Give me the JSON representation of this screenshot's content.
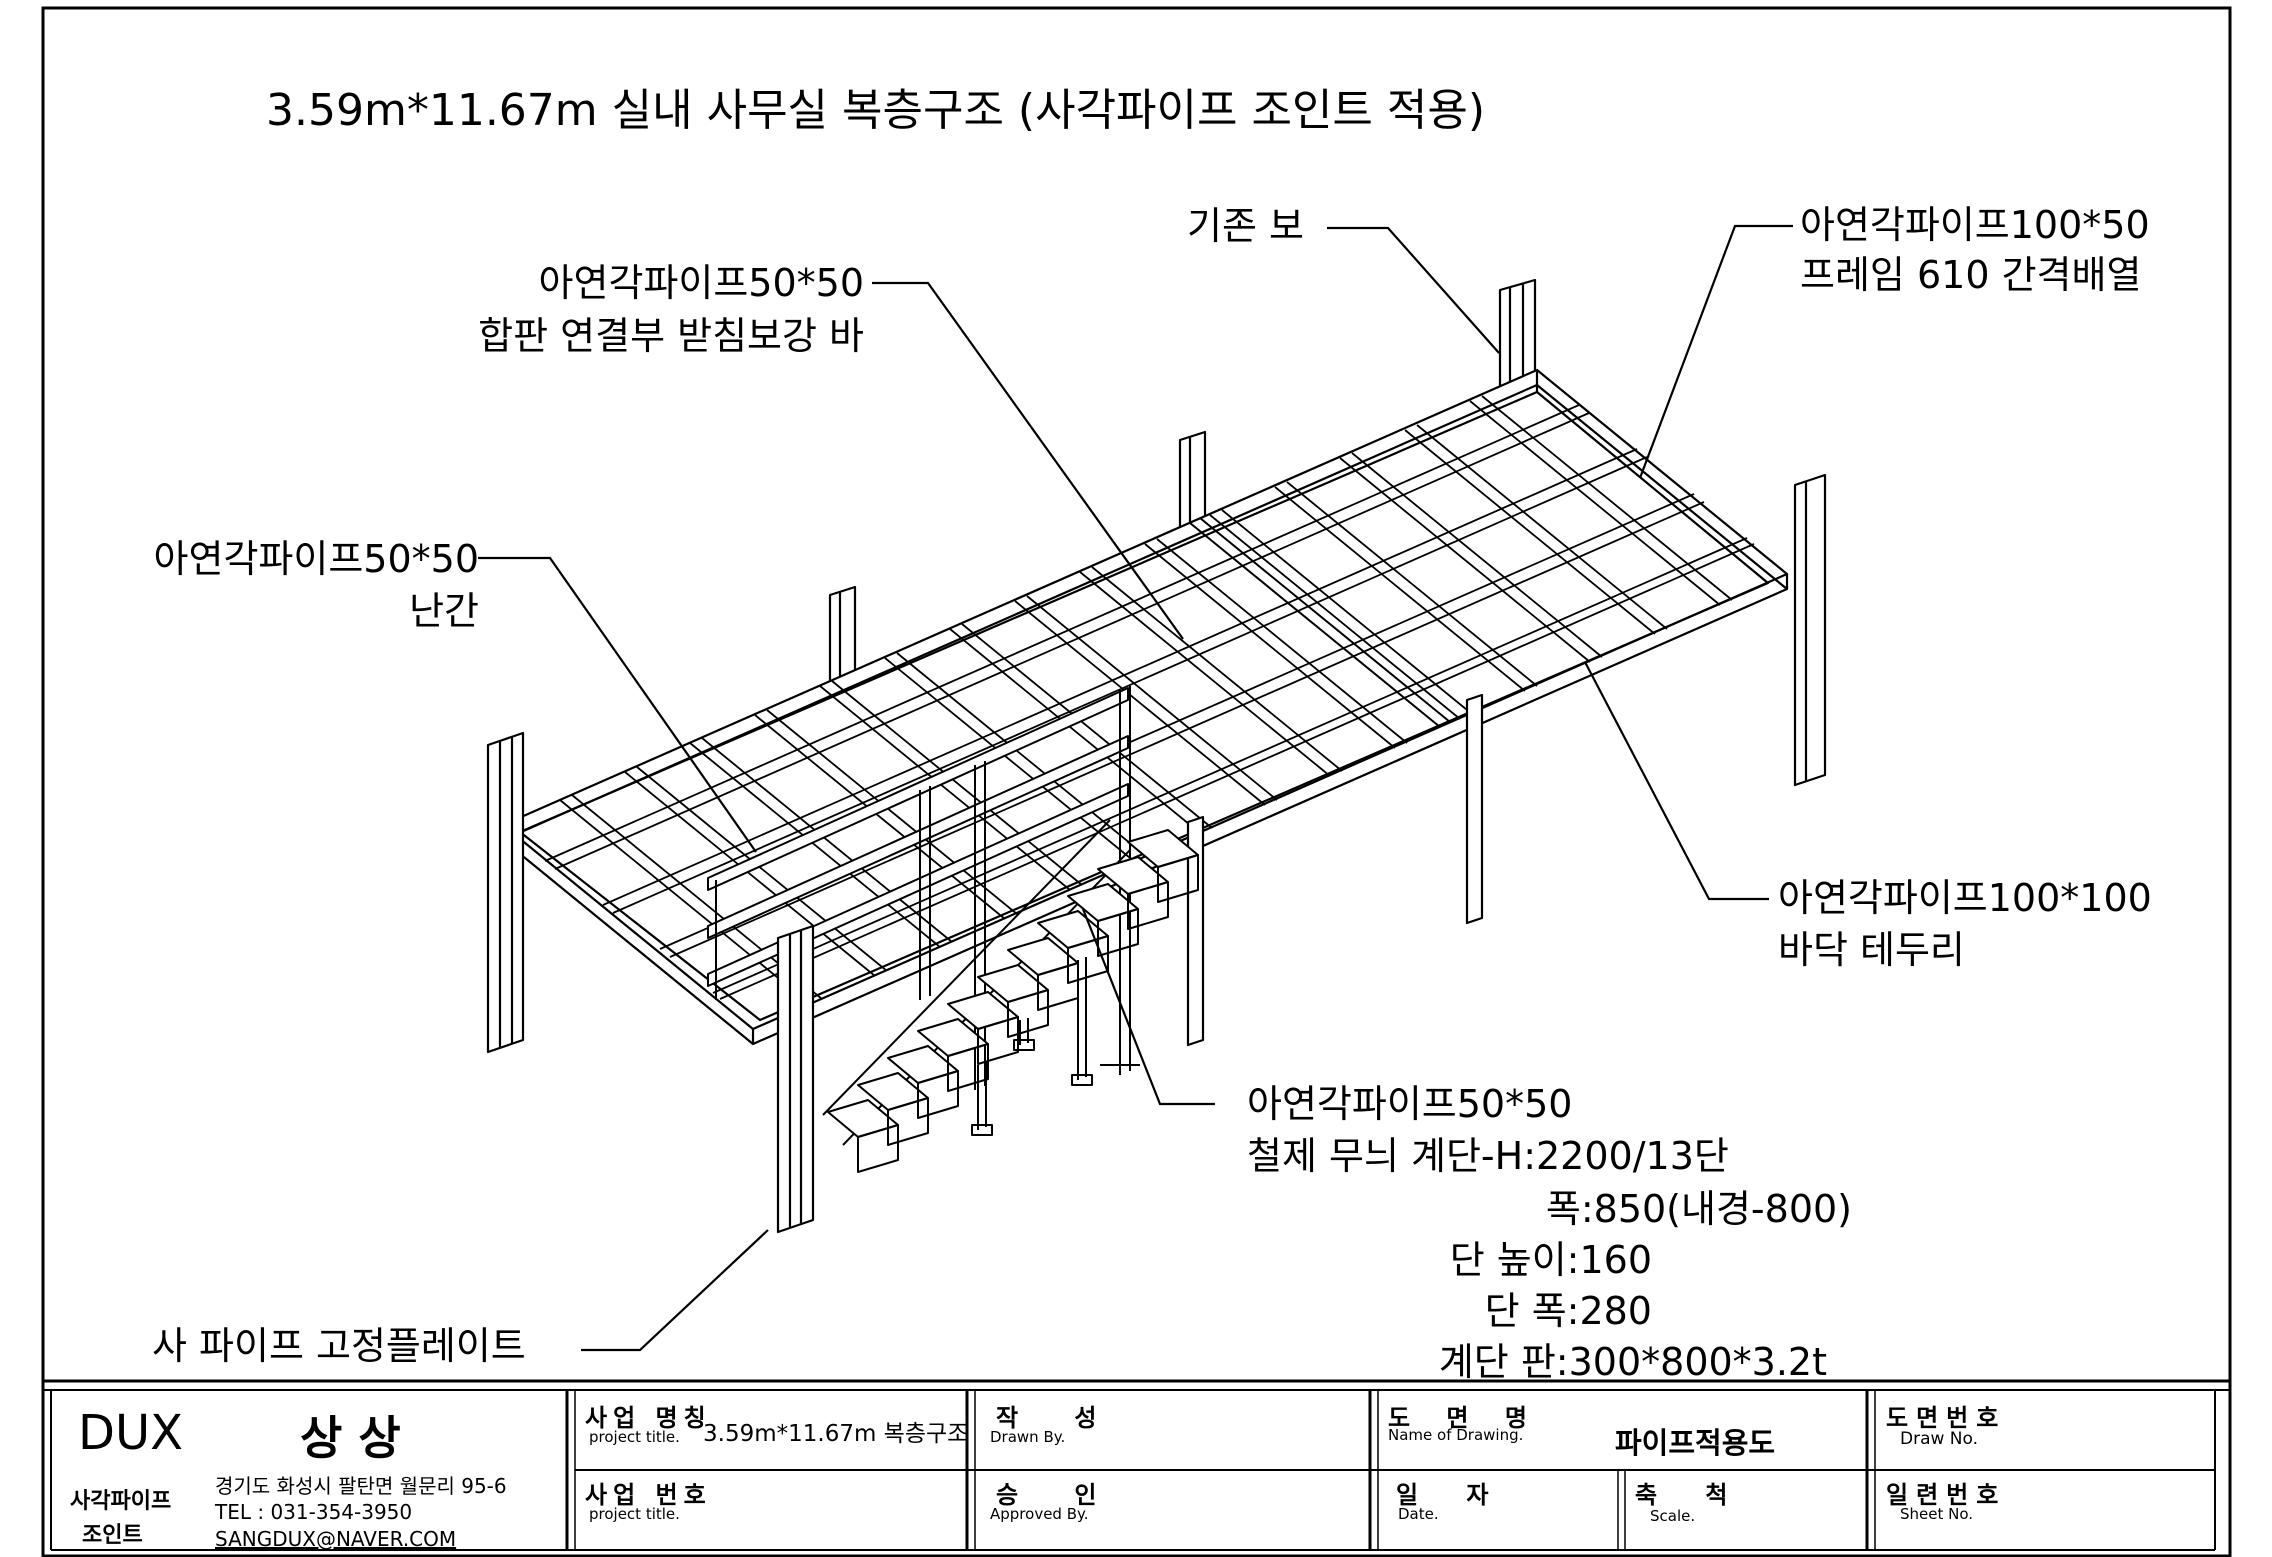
{
  "title": "3.59m*11.67m 실내 사무실 복층구조 (사각파이프 조인트 적용)",
  "callouts": {
    "existing_beam": "기존 보",
    "frame_pipe_line1": "아연각파이프100*50",
    "frame_pipe_line2": "프레임 610 간격배열",
    "support_bar_line1": "아연각파이프50*50",
    "support_bar_line2": "합판 연결부 받침보강 바",
    "railing_line1": "아연각파이프50*50",
    "railing_line2": "난간",
    "floor_edge_line1": "아연각파이프100*100",
    "floor_edge_line2": "바닥 테두리",
    "stair_line1": "아연각파이프50*50",
    "stair_line2": "철제 무늬 계단-H:2200/13단",
    "stair_width": "폭:850(내경-800)",
    "step_height": "단 높이:160",
    "step_width": "단 폭:280",
    "step_plate": "계단 판:300*800*3.2t",
    "fixing_plate": "사 파이프 고정플레이트"
  },
  "title_block": {
    "brand": "DUX",
    "company": "상 상",
    "product_line1": "사각파이프",
    "product_line2": "조인트",
    "address": "경기도 화성시 팔탄면 월문리 95-6",
    "tel": "TEL : 031-354-3950",
    "email": "SANGDUX@NAVER.COM",
    "project_name_ko": "사업 명칭",
    "project_name_en": "project title.",
    "project_name_value": "3.59m*11.67m 복층구조",
    "project_no_ko": "사업 번호",
    "project_no_en": "project title.",
    "drawn_ko": "작 성",
    "drawn_en": "Drawn By.",
    "approved_ko": "승 인",
    "approved_en": "Approved By.",
    "drawing_name_ko": "도 면 명",
    "drawing_name_en": "Name of Drawing.",
    "drawing_name_value": "파이프적용도",
    "date_ko": "일 자",
    "date_en": "Date.",
    "scale_ko": "축 척",
    "scale_en": "Scale.",
    "draw_no_ko": "도면번호",
    "draw_no_en": "Draw No.",
    "sheet_no_ko": "일련번호",
    "sheet_no_en": "Sheet No."
  }
}
